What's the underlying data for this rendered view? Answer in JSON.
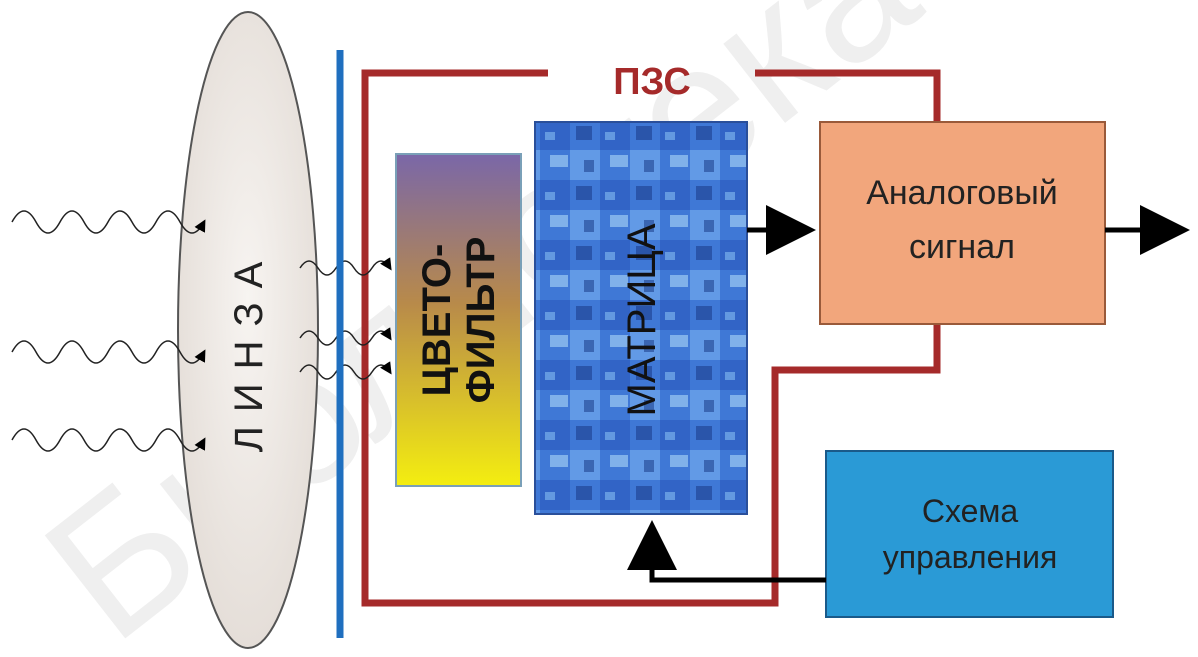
{
  "labels": {
    "lens": "ЛИНЗА",
    "ccd": "ПЗС",
    "filter_line1": "ЦВЕТО-",
    "filter_line2": "ФИЛЬТР",
    "matrix": "МАТРИЦА",
    "analog_line1": "Аналоговый",
    "analog_line2": "сигнал",
    "control_line1": "Схема",
    "control_line2": "управления"
  },
  "watermark": "Библиотека",
  "colors": {
    "ccd_outline": "#a52a2a",
    "blue_plate": "#1f6fbf",
    "analog_box": "#f2a67c",
    "control_box": "#2a9ad6",
    "matrix_blue": "#3a6fcf",
    "filter_top": "#7a67a8",
    "filter_bottom": "#f4ee10"
  }
}
